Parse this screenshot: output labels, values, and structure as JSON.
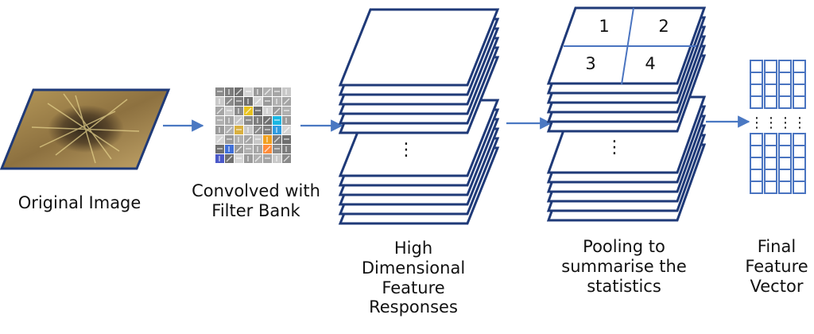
{
  "labels": {
    "original_image": "Original Image",
    "convolved_line1": "Convolved with",
    "convolved_line2": "Filter Bank",
    "high_dim": [
      "High",
      "Dimensional",
      "Feature",
      "Responses"
    ],
    "pooling": [
      "Pooling to",
      "summarise the",
      "statistics"
    ],
    "final": [
      "Final",
      "Feature",
      "Vector"
    ]
  },
  "pool_quadrants": [
    "1",
    "2",
    "3",
    "4"
  ],
  "ellipsis": "⋮",
  "colors": {
    "sheet_stroke": "#1f3a78",
    "arrow": "#4a78c2",
    "vector_cell": "#4a74c0"
  }
}
